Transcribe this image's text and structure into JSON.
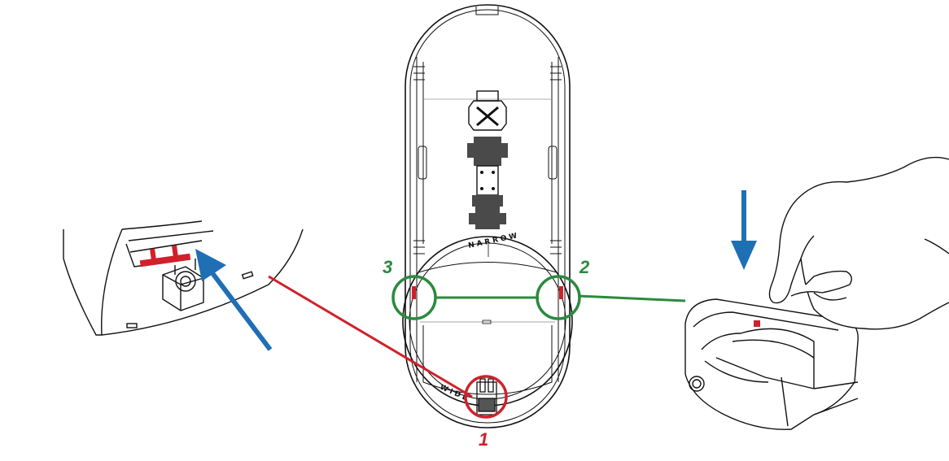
{
  "callouts": [
    {
      "label": "1",
      "color": "#d0212b"
    },
    {
      "label": "2",
      "color": "#2b8a3e"
    },
    {
      "label": "3",
      "color": "#2b8a3e"
    }
  ],
  "ring_labels": {
    "top": "NARROW",
    "bottom": "WIDE"
  },
  "colors": {
    "callout_red": "#d0212b",
    "callout_green": "#2b8a3e",
    "arrow_blue": "#1f6fb5",
    "part_gray": "#4a4a4a"
  },
  "icons": [
    "up-left-arrow-icon",
    "down-arrow-icon",
    "hand-icon"
  ]
}
